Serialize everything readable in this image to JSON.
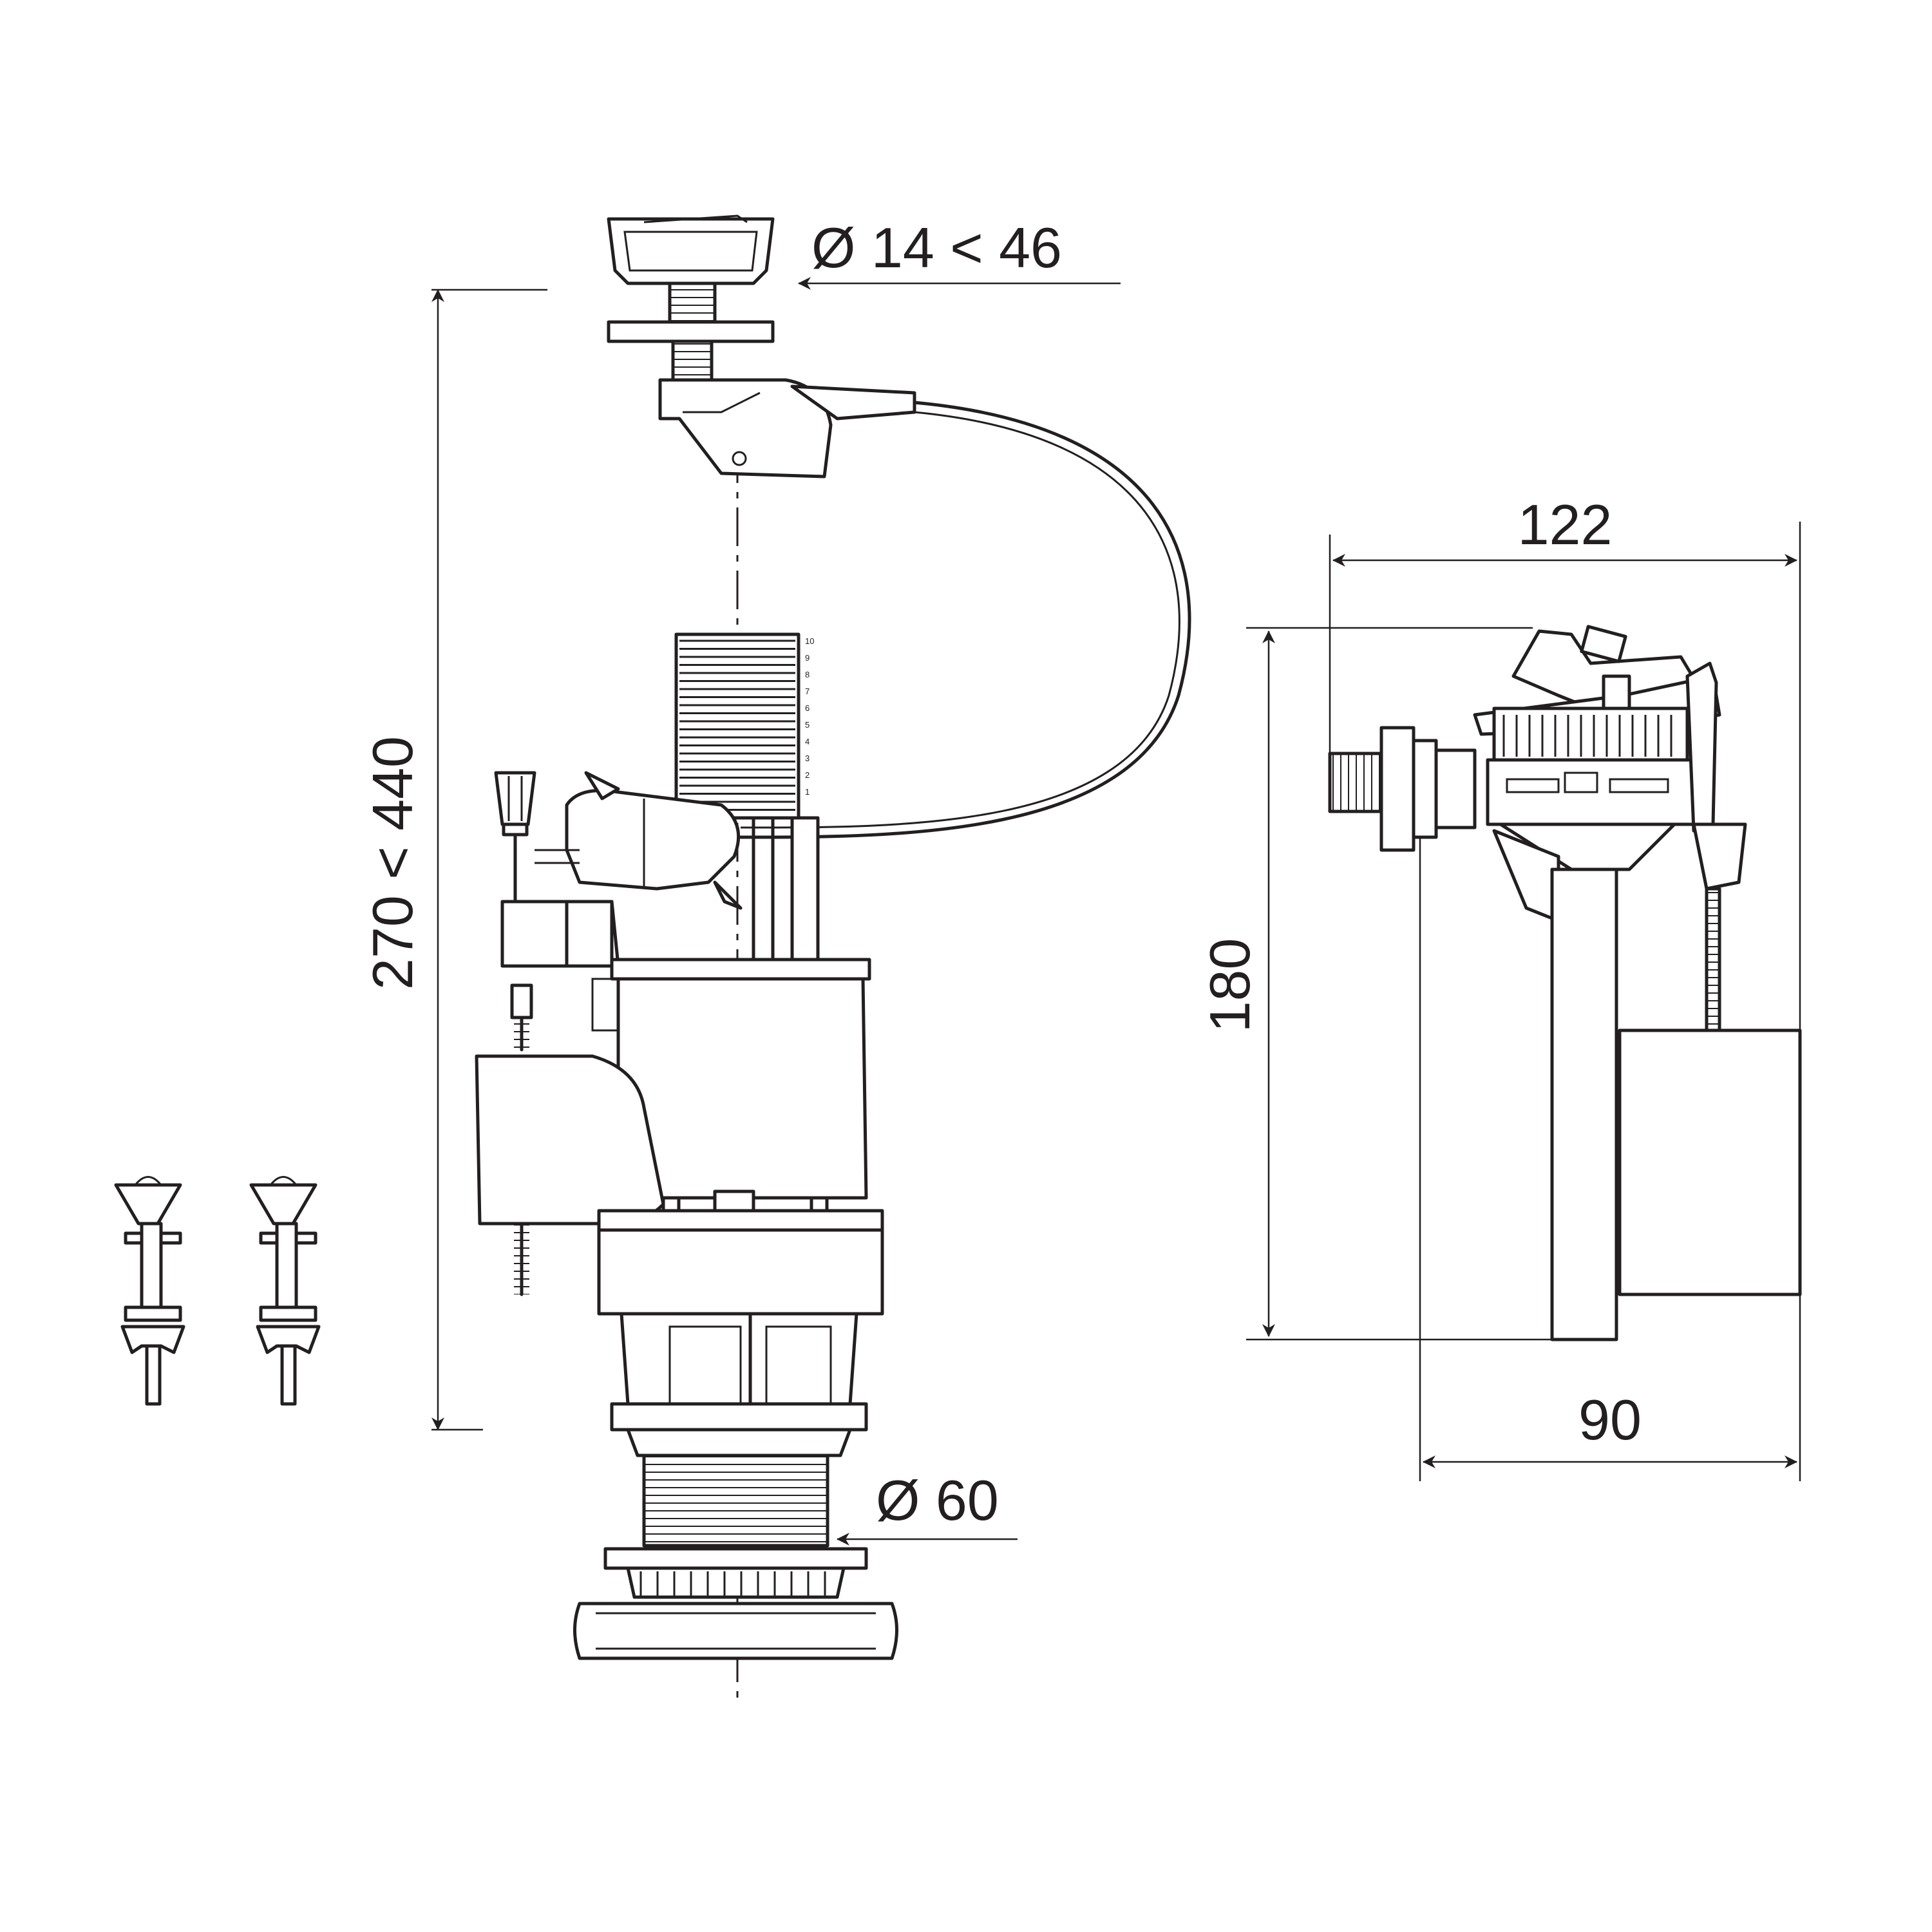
{
  "labels": {
    "push_button_diameter": "Ø 14 < 46",
    "total_height": "270 < 440",
    "outlet_diameter": "Ø 60",
    "valve_width": "122",
    "valve_height": "180",
    "valve_depth": "90"
  },
  "scale_marks": [
    "10",
    "9",
    "8",
    "7",
    "6",
    "5",
    "4",
    "3",
    "2",
    "1"
  ]
}
